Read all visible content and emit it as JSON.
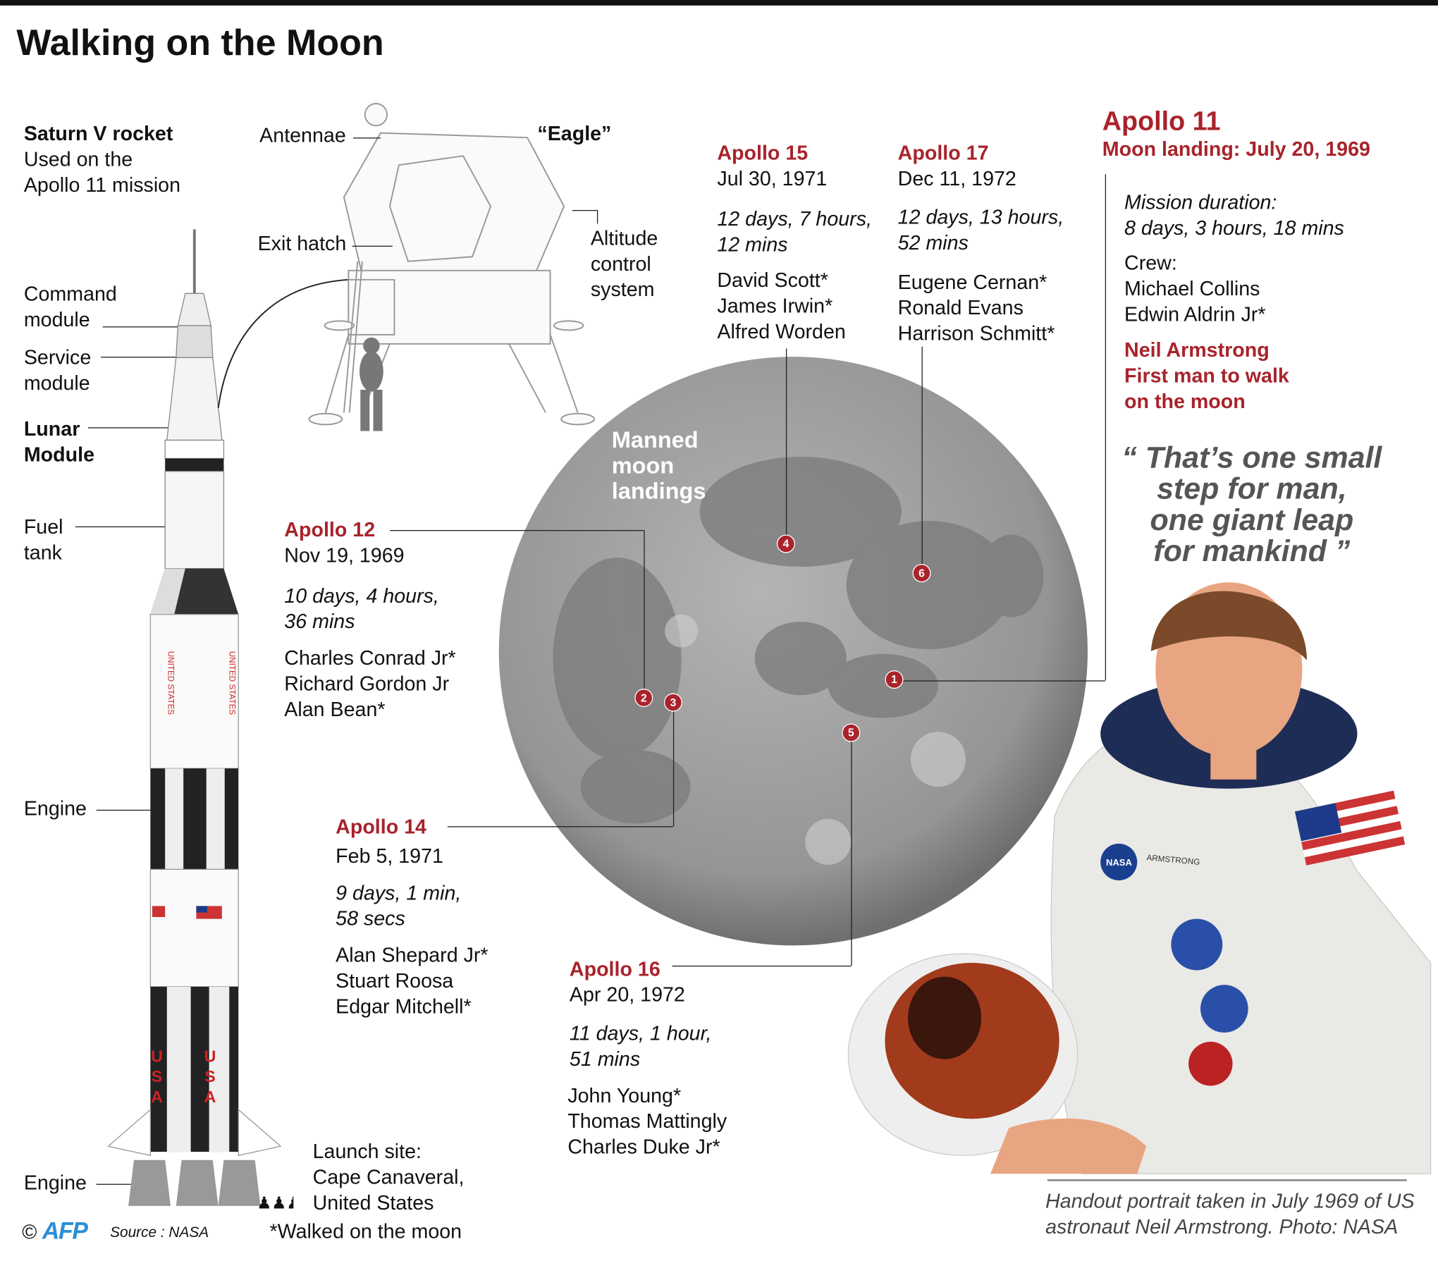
{
  "title": "Walking on the Moon",
  "rocket": {
    "heading": "Saturn V rocket",
    "subtitle": [
      "Used on the",
      "Apollo 11 mission"
    ],
    "labels": {
      "command_module": [
        "Command",
        "module"
      ],
      "service_module": [
        "Service",
        "module"
      ],
      "lunar_module": [
        "Lunar",
        "Module"
      ],
      "fuel_tank": [
        "Fuel",
        "tank"
      ],
      "engine_1": "Engine",
      "engine_2": "Engine"
    },
    "markings": {
      "united_states": "UNITED STATES",
      "usa": "USA"
    }
  },
  "lunar_module": {
    "name": "“Eagle”",
    "antennae": "Antennae",
    "exit_hatch": "Exit hatch",
    "altitude_control": [
      "Altitude",
      "control",
      "system"
    ]
  },
  "moon": {
    "label": [
      "Manned",
      "moon",
      "landings"
    ]
  },
  "missions": [
    {
      "marker": "1",
      "name": "Apollo 11",
      "date": "Moon landing: July 20, 1969",
      "duration_label": "Mission duration:",
      "duration": [
        "8 days, 3 hours, 18 mins"
      ],
      "crew_label": "Crew:",
      "crew": [
        "Michael Collins",
        "Edwin Aldrin Jr*"
      ],
      "highlight": [
        "Neil Armstrong",
        "First man to walk",
        "on the moon"
      ]
    },
    {
      "marker": "2",
      "name": "Apollo 12",
      "date": "Nov 19, 1969",
      "duration": [
        "10 days, 4 hours,",
        "36 mins"
      ],
      "crew": [
        "Charles Conrad Jr*",
        "Richard Gordon Jr",
        "Alan Bean*"
      ]
    },
    {
      "marker": "3",
      "name": "Apollo 14",
      "date": "Feb 5, 1971",
      "duration": [
        "9 days, 1 min,",
        "58 secs"
      ],
      "crew": [
        "Alan Shepard Jr*",
        "Stuart Roosa",
        "Edgar Mitchell*"
      ]
    },
    {
      "marker": "4",
      "name": "Apollo 15",
      "date": "Jul 30, 1971",
      "duration": [
        "12 days, 7 hours,",
        "12 mins"
      ],
      "crew": [
        "David Scott*",
        "James Irwin*",
        "Alfred Worden"
      ]
    },
    {
      "marker": "5",
      "name": "Apollo 16",
      "date": "Apr 20, 1972",
      "duration": [
        "11 days, 1 hour,",
        "51 mins"
      ],
      "crew": [
        "John Young*",
        "Thomas Mattingly",
        "Charles Duke Jr*"
      ]
    },
    {
      "marker": "6",
      "name": "Apollo 17",
      "date": "Dec 11, 1972",
      "duration": [
        "12 days, 13 hours,",
        "52 mins"
      ],
      "crew": [
        "Eugene Cernan*",
        "Ronald Evans",
        "Harrison Schmitt*"
      ]
    }
  ],
  "quote": [
    "“ That’s one small",
    "step for man,",
    "one giant leap",
    "for mankind ”"
  ],
  "photo": {
    "caption": [
      "Handout portrait taken in July 1969 of US",
      "astronaut Neil Armstrong. Photo: NASA"
    ],
    "name_tag": "ARMSTRONG",
    "patch": "NASA"
  },
  "launch_site": [
    "Launch site:",
    "Cape Canaveral,",
    "United States"
  ],
  "footnote": "*Walked on the moon",
  "credit": {
    "copyright": "©",
    "logo": "AFP",
    "source": "Source : NASA"
  },
  "colors": {
    "accent": "#a8232b",
    "moon": "#9a9a9a",
    "logo": "#2a8fd6"
  }
}
